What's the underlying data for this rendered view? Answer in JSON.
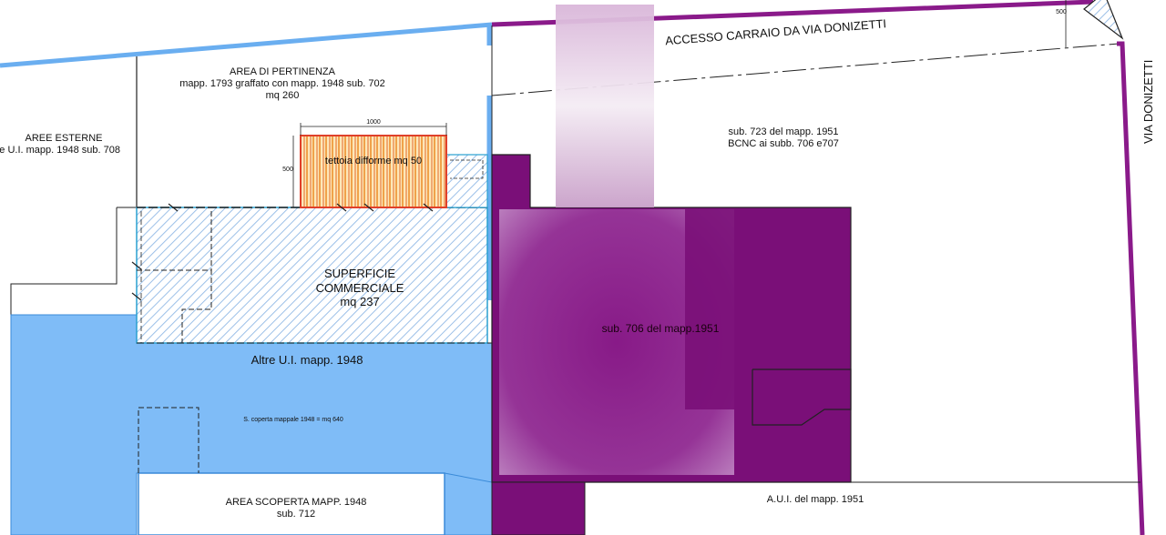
{
  "labels": {
    "area_pertinenza": {
      "title": "AREA DI PERTINENZA",
      "line2": "mapp. 1793 graffato con mapp. 1948 sub. 702",
      "line3": "mq 260"
    },
    "aree_esterne": {
      "title": "AREE ESTERNE",
      "line2": "e U.I. mapp. 1948 sub. 708"
    },
    "tettoia": "tettoia difforme mq 50",
    "dim_1000": "1000",
    "dim_500_left": "500",
    "dim_500_right": "500",
    "superficie": {
      "line1": "SUPERFICIE",
      "line2": "COMMERCIALE",
      "line3": "mq 237"
    },
    "altre_ui": "Altre U.I. mapp. 1948",
    "s_coperta": "S. coperta mappale 1948 = mq 640",
    "area_scoperta": {
      "line1": "AREA SCOPERTA MAPP. 1948",
      "line2": "sub. 712"
    },
    "sub723": {
      "line1": "sub. 723 del mapp. 1951",
      "line2": "BCNC ai subb. 706 e707"
    },
    "sub706": "sub. 706 del mapp.1951",
    "accesso_carraio": "ACCESSO CARRAIO DA VIA DONIZETTI",
    "via_donizetti": "VIA DONIZETTI",
    "aui_1951": "A.U.I. del mapp. 1951"
  },
  "colors": {
    "blue_fill": "#7fbcf7",
    "blue_line": "#6aaef0",
    "purple": "#7a0f78",
    "purple_line": "#8a1a8a",
    "hatch": "#9cc0e8",
    "tettoia_orange": "#f0a24a",
    "tettoia_red": "#e0402a"
  }
}
